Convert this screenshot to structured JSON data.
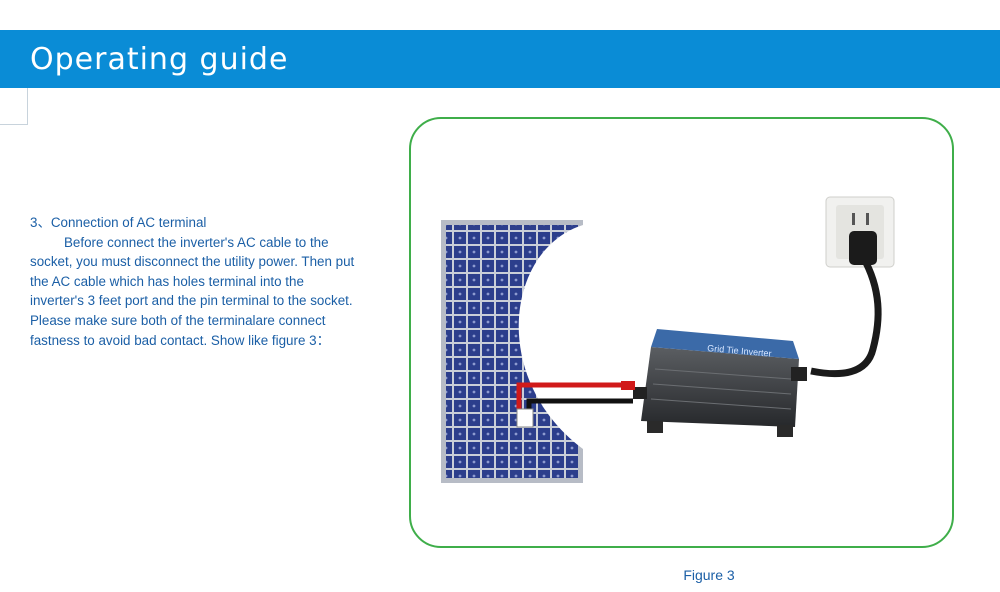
{
  "header": {
    "title": "Operating guide",
    "bar_color": "#0a8cd6"
  },
  "section": {
    "heading": "3、Connection of AC terminal",
    "paragraph": "Before connect the inverter's AC cable to the socket, you must disconnect the utility power. Then put the AC cable which has holes terminal  into the inverter's 3 feet port and the pin terminal to the socket.  Please make sure both of the terminalare connect fastness to avoid bad contact. Show like figure 3："
  },
  "figure": {
    "caption": "Figure 3",
    "frame_color": "#3fae4a",
    "inverter_label": "Grid Tie Inverter",
    "components": [
      "solar-panel",
      "grid-tie-inverter",
      "wall-socket",
      "ac-cable",
      "dc-cables"
    ]
  },
  "colors": {
    "text": "#1b5fa6",
    "panel_cell": "#2c3e8c",
    "dc_positive": "#d11a1a",
    "dc_negative": "#111111"
  }
}
